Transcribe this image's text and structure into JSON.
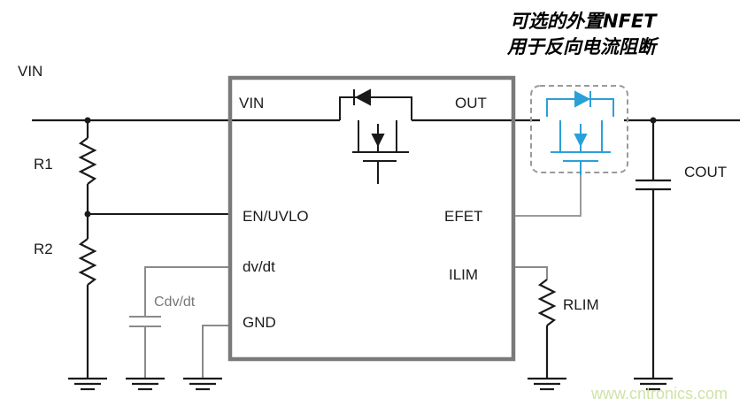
{
  "labels": {
    "vin_rail": "VIN",
    "r1": "R1",
    "r2": "R2",
    "cdvdt": "Cdv/dt",
    "pin_vin": "VIN",
    "pin_out": "OUT",
    "pin_en": "EN/UVLO",
    "pin_dvdt": "dv/dt",
    "pin_gnd": "GND",
    "pin_efet": "EFET",
    "pin_ilim": "ILIM",
    "cout": "COUT",
    "rlim": "RLIM"
  },
  "note": {
    "line1": "可选的外置NFET",
    "line2": "用于反向电流阻断"
  },
  "watermark": "www.cntronics.com",
  "colors": {
    "wire": "#1a1a1a",
    "gray_wire": "#8a8a8a",
    "ic_border": "#7a7a7a",
    "nfet": "#2b9fd8",
    "dashed_box": "#9a9a9a",
    "watermark": "#cfe3a8"
  }
}
